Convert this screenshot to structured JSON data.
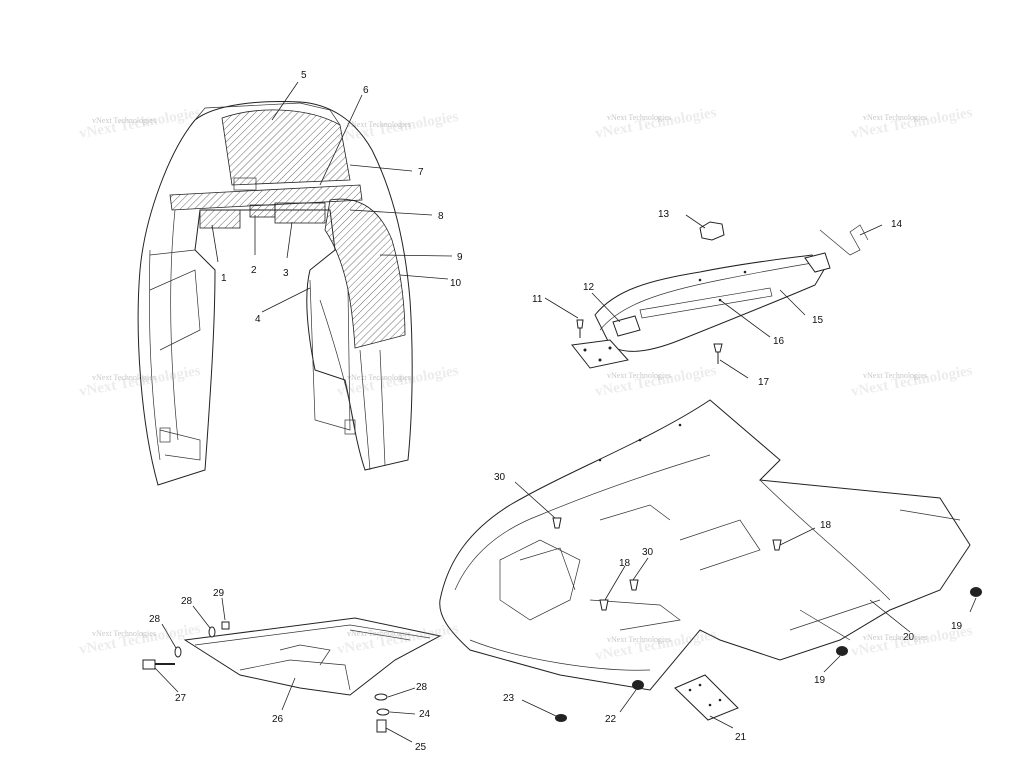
{
  "watermark": {
    "text": "vNext Technologies"
  },
  "callouts": {
    "c1": "1",
    "c2": "2",
    "c3": "3",
    "c4": "4",
    "c5": "5",
    "c6": "6",
    "c7": "7",
    "c8": "8",
    "c9": "9",
    "c10": "10",
    "c11": "11",
    "c12": "12",
    "c13": "13",
    "c14": "14",
    "c15": "15",
    "c16": "16",
    "c17": "17",
    "c18a": "18",
    "c18b": "18",
    "c19a": "19",
    "c19b": "19",
    "c20": "20",
    "c21": "21",
    "c22": "22",
    "c23": "23",
    "c24": "24",
    "c25": "25",
    "c26": "26",
    "c27": "27",
    "c28a": "28",
    "c28b": "28",
    "c28c": "28",
    "c29": "29",
    "c30a": "30",
    "c30b": "30"
  }
}
